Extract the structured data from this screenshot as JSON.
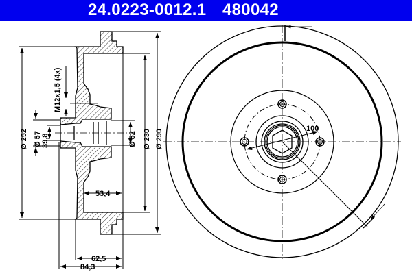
{
  "header": {
    "part_number": "24.0223-0012.1",
    "ref_number": "480042",
    "background": "#0000ee"
  },
  "section_view": {
    "dimensions": {
      "d252": "Ø 252",
      "d57": "Ø 57",
      "h39_8": "39,8",
      "thread": "M12x1,5 (4x)",
      "d52": "Ø 52",
      "d230": "Ø 230",
      "d290": "Ø 290",
      "w53_4": "53,4",
      "w62_5": "62,5",
      "w84_3": "84,3"
    }
  },
  "front_view": {
    "dimensions": {
      "pcd": "100"
    }
  }
}
